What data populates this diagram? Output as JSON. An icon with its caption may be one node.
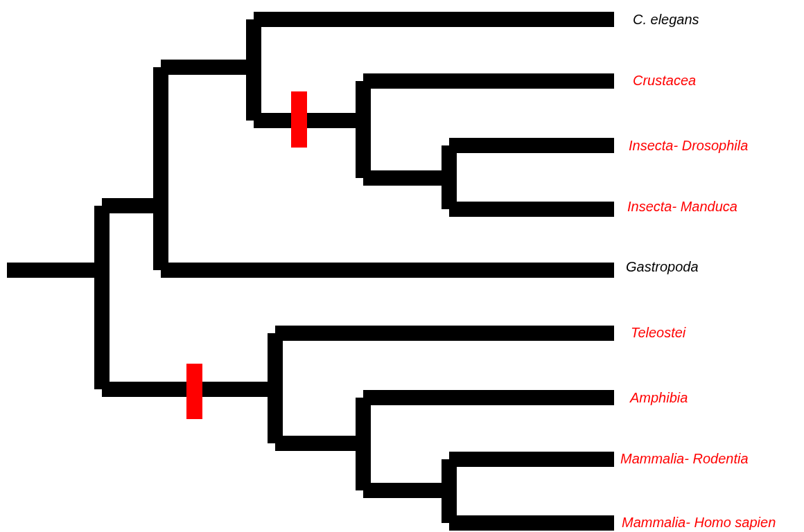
{
  "diagram": {
    "labels": [
      "C. elegans",
      "Crustacea",
      "Insecta- Drosophila",
      "Insecta- Manduca",
      "Gastropoda",
      "Teleostei",
      "Amphibia",
      "Mammalia- Rodentia",
      "Mammalia- Homo sapien"
    ]
  }
}
